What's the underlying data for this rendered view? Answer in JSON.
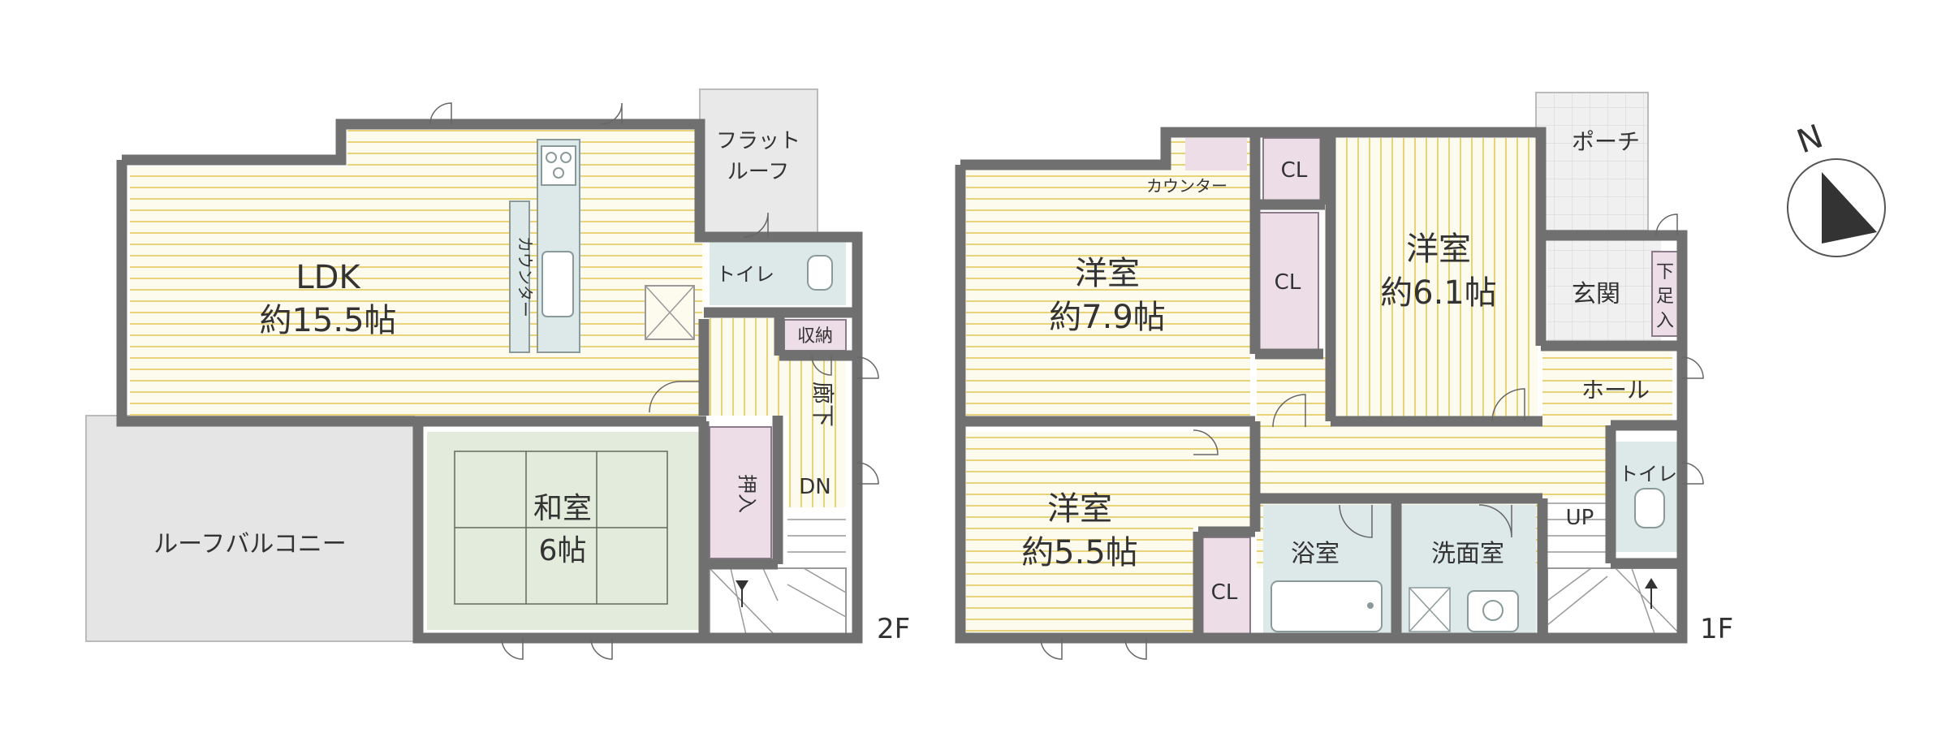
{
  "colors": {
    "wall": "#707070",
    "wood_floor": "#fdfbee",
    "wood_line": "#e6d37a",
    "tatami": "#e3ecdc",
    "tatami_line": "#5f6b5a",
    "wet_area": "#dde8e8",
    "storage": "#ecdde6",
    "balcony": "#e5e5e5",
    "porch": "#f0f0f0",
    "text": "#333333"
  },
  "floors": {
    "second": {
      "label": "2F",
      "rooms": {
        "ldk": {
          "name": "LDK",
          "size": "約15.5帖"
        },
        "counter": "カウンター",
        "flat_roof_1": "フラット",
        "flat_roof_2": "ルーフ",
        "toilet": "トイレ",
        "storage": "収納",
        "hall": "廊下",
        "down": "DN",
        "closet": "押入",
        "washitsu": {
          "name": "和室",
          "size": "6帖"
        },
        "roof_balcony": "ルーフバルコニー"
      }
    },
    "first": {
      "label": "1F",
      "rooms": {
        "counter": "カウンター",
        "room_a": {
          "name": "洋室",
          "size": "約7.9帖"
        },
        "cl_top": "CL",
        "cl_mid": "CL",
        "cl_low": "CL",
        "room_b": {
          "name": "洋室",
          "size": "約6.1帖"
        },
        "porch": "ポーチ",
        "genkan": "玄関",
        "shoe_1": "下",
        "shoe_2": "足",
        "shoe_3": "入",
        "hall": "ホール",
        "toilet": "トイレ",
        "up": "UP",
        "room_c": {
          "name": "洋室",
          "size": "約5.5帖"
        },
        "bath": "浴室",
        "washroom": "洗面室"
      }
    }
  },
  "compass": {
    "north": "N"
  }
}
